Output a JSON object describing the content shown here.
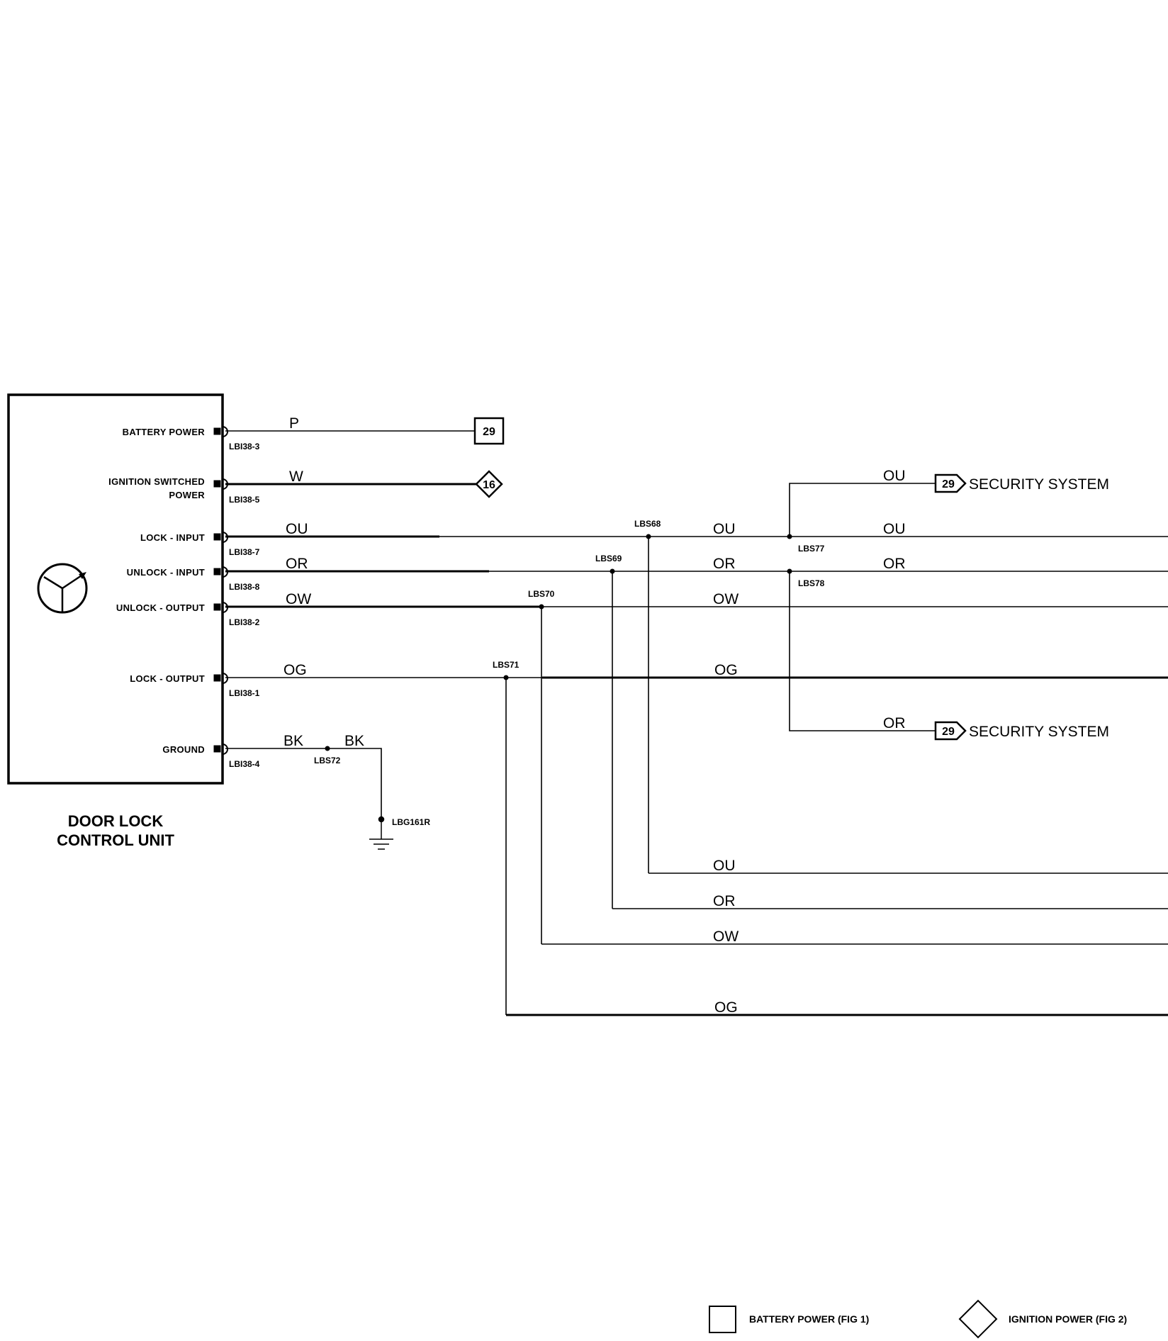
{
  "control_unit": {
    "title_line1": "DOOR LOCK",
    "title_line2": "CONTROL UNIT",
    "icon": "door-lock-module-icon"
  },
  "pins": [
    {
      "id": "battery",
      "label_lines": [
        "BATTERY POWER"
      ],
      "connector": "LBI38-3",
      "wire": "P"
    },
    {
      "id": "ignition",
      "label_lines": [
        "IGNITION SWITCHED",
        "POWER"
      ],
      "connector": "LBI38-5",
      "wire": "W"
    },
    {
      "id": "lock-input",
      "label_lines": [
        "LOCK - INPUT"
      ],
      "connector": "LBI38-7",
      "wire": "OU"
    },
    {
      "id": "unlock-input",
      "label_lines": [
        "UNLOCK - INPUT"
      ],
      "connector": "LBI38-8",
      "wire": "OR"
    },
    {
      "id": "unlock-output",
      "label_lines": [
        "UNLOCK - OUTPUT"
      ],
      "connector": "LBI38-2",
      "wire": "OW"
    },
    {
      "id": "lock-output",
      "label_lines": [
        "LOCK - OUTPUT"
      ],
      "connector": "LBI38-1",
      "wire": "OG"
    },
    {
      "id": "ground",
      "label_lines": [
        "GROUND"
      ],
      "connector": "LBI38-4",
      "wire": "BK"
    }
  ],
  "ground": {
    "wire_after_splice": "BK",
    "splice": "LBS72",
    "ground_point": "LBG161R"
  },
  "references": {
    "battery_ref": "29",
    "ignition_ref": "16"
  },
  "splices": {
    "lock_input": "LBS68",
    "unlock_input": "LBS69",
    "unlock_output": "LBS70",
    "lock_output": "LBS71",
    "security_ou": "LBS77",
    "security_or": "LBS78"
  },
  "right_wires": {
    "ou": "OU",
    "or": "OR",
    "ow": "OW",
    "og": "OG"
  },
  "security_links": [
    {
      "wire": "OU",
      "ref": "29",
      "label": "SECURITY SYSTEM"
    },
    {
      "wire": "OR",
      "ref": "29",
      "label": "SECURITY SYSTEM"
    }
  ],
  "bottom_wires": [
    "OU",
    "OR",
    "OW",
    "OG"
  ],
  "legend": {
    "battery": "BATTERY POWER (FIG 1)",
    "ignition": "IGNITION POWER (FIG 2)"
  }
}
